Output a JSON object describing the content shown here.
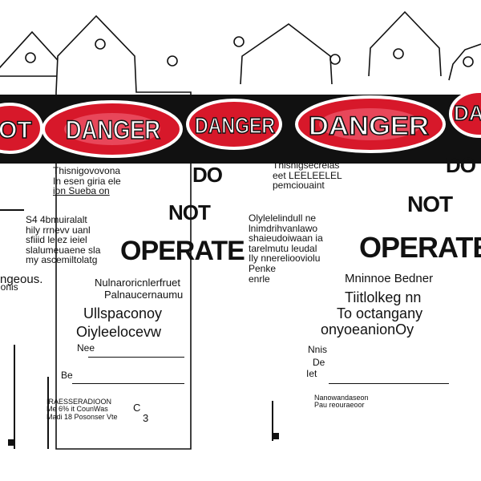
{
  "tags": [
    {
      "header": "OT",
      "lines": [
        "ngeous."
      ]
    },
    {
      "header": "DANGER",
      "paragraph1": [
        "Thisnigovovona",
        "In esen giria ele",
        "ion Sueba on"
      ],
      "paragraph2": [
        "S4 4bmuiralalt",
        "hily rrnevv uanl",
        "sfiiid leiez ieiel",
        "slalumeuaene sla",
        "my ascemiltolatg"
      ],
      "lower_line": "ionis",
      "headline": [
        "DO",
        "NOT",
        "OPERATE"
      ],
      "sub1": "Nulnaroricnlerfruet",
      "sub2": "Palnaucernaumu",
      "sub3": "Ullspaconoy",
      "sub4": "Oiyleelocevw",
      "field1_label": "Nee",
      "field2_label": "Be",
      "footer": [
        "IRAESSERADIOON",
        "Me 6% it CounWas",
        "Madi 18 Posonser Vte"
      ],
      "footer_symbol": "C",
      "footer_number": "3"
    },
    {
      "header": "DANGER",
      "paragraph1": [
        "Thisnigsecrelas",
        "eet LEELEELEL",
        "pemciouaint"
      ],
      "paragraph2": [
        "Olylelelindull ne",
        "lnimdrihvanlawo",
        "shaieudoiwaan ia",
        "tarelmutu leudal",
        "Ily nnereliooviolu",
        "Penke",
        "enrle"
      ],
      "headline": [
        "DO",
        "NOT",
        "OPERATE"
      ],
      "sub1": "Mninnoe Bedner",
      "sub2": "Tiitlolkeg nn",
      "sub3": "To octangany",
      "sub4": "onyoeanionOy",
      "field1_label": "Nnis",
      "field2_label": "De",
      "field3_label": "Iet",
      "footer": [
        "Nanowandaseon",
        "Pau reouraeoor"
      ]
    },
    {
      "header": "DAT"
    }
  ],
  "colors": {
    "danger_red": "#d7182a",
    "black": "#111111",
    "white": "#ffffff"
  },
  "icons": [
    "hang-hole-icon",
    "copyright-icon"
  ]
}
